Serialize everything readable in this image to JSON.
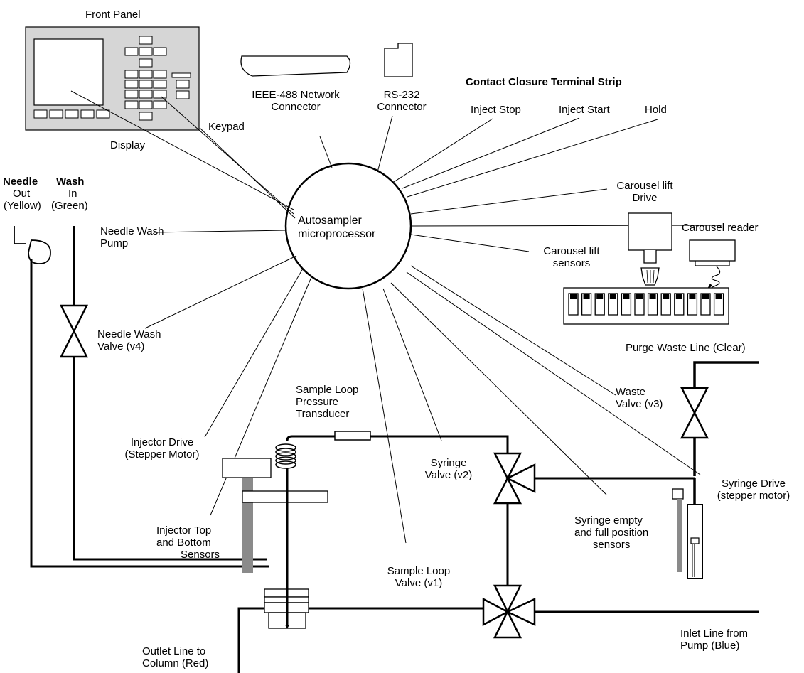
{
  "labels": {
    "front_panel": "Front Panel",
    "display": "Display",
    "keypad": "Keypad",
    "ieee": [
      "IEEE-488 Network",
      "Connector"
    ],
    "rs232": [
      "RS-232",
      "Connector"
    ],
    "contact_closure": "Contact  Closure  Terminal  Strip",
    "inject_stop": "Inject Stop",
    "inject_start": "Inject Start",
    "hold": "Hold",
    "needle": "Needle",
    "wash": "Wash",
    "out": "Out",
    "in": "In",
    "yellow": "(Yellow)",
    "green": "(Green)",
    "needle_wash_pump": [
      "Needle Wash",
      "Pump"
    ],
    "microprocessor": [
      "Autosampler",
      "microprocessor"
    ],
    "carousel_lift_drive": [
      "Carousel lift",
      "Drive"
    ],
    "carousel_reader": "Carousel reader",
    "carousel_lift_sensors": [
      "Carousel lift",
      "sensors"
    ],
    "needle_wash_valve": [
      "Needle Wash",
      "Valve (v4)"
    ],
    "purge_waste": "Purge Waste Line (Clear)",
    "waste_valve": [
      "Waste",
      "Valve (v3)"
    ],
    "sample_loop_transducer": [
      "Sample Loop",
      "Pressure",
      "Transducer"
    ],
    "injector_drive": [
      "Injector Drive",
      "(Stepper Motor)"
    ],
    "syringe_valve": [
      "Syringe",
      "Valve (v2)"
    ],
    "syringe_drive": [
      "Syringe Drive",
      "(stepper motor)"
    ],
    "syringe_sensors": [
      "Syringe empty",
      "and full position",
      "sensors"
    ],
    "injector_sensors": [
      "Injector Top",
      "and Bottom",
      "Sensors"
    ],
    "sample_loop_valve": [
      "Sample Loop",
      "Valve (v1)"
    ],
    "inlet_line": [
      "Inlet  Line from",
      "Pump (Blue)"
    ],
    "outlet_line": [
      "Outlet  Line to",
      "Column (Red)"
    ]
  }
}
